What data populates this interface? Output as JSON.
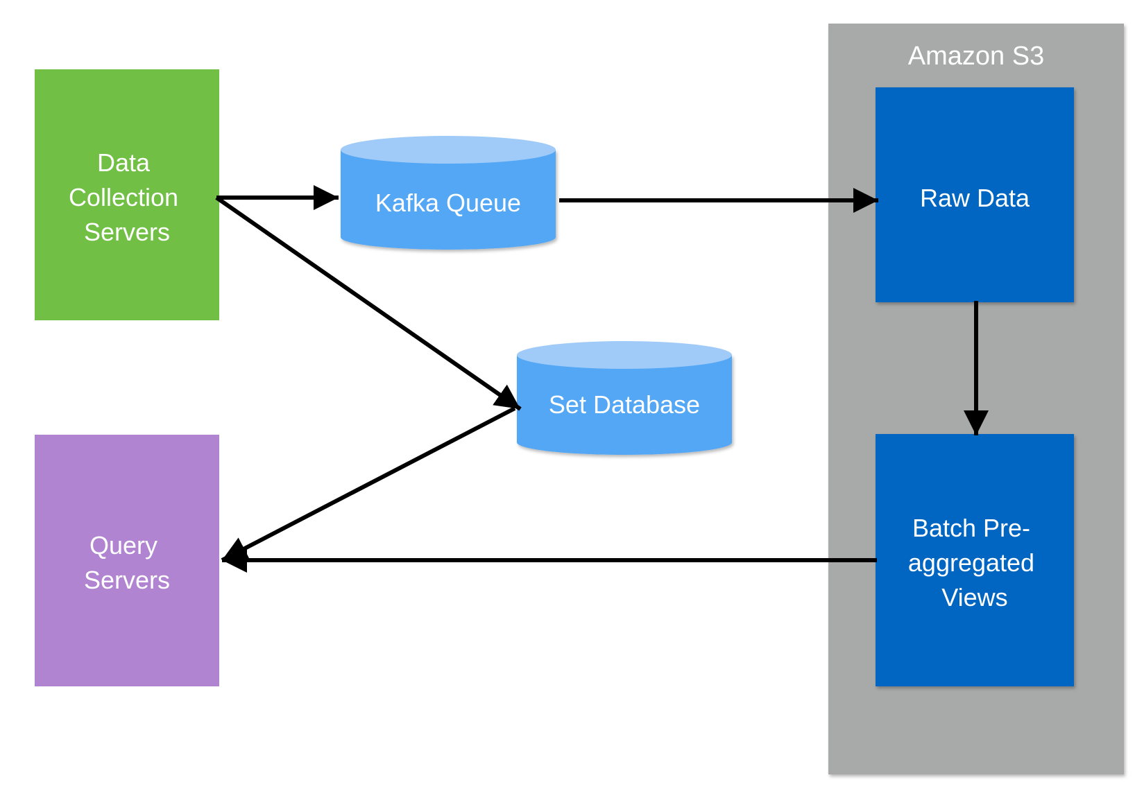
{
  "diagram": {
    "nodes": {
      "data_collection": {
        "label_lines": [
          "Data",
          "Collection",
          "Servers"
        ],
        "color": "#71bf44"
      },
      "query_servers": {
        "label_lines": [
          "Query",
          "Servers"
        ],
        "color": "#b084d0"
      },
      "kafka_queue": {
        "label_lines": [
          "Kafka Queue"
        ],
        "body_color": "#52a7f5",
        "top_color": "#a0cbf9"
      },
      "set_database": {
        "label_lines": [
          "Set Database"
        ],
        "body_color": "#52a7f5",
        "top_color": "#a0cbf9"
      },
      "amazon_s3": {
        "title": "Amazon S3",
        "color": "#a8a9a9"
      },
      "raw_data": {
        "label_lines": [
          "Raw Data"
        ],
        "color": "#0466c1"
      },
      "batch_views": {
        "label_lines": [
          "Batch Pre-",
          "aggregated",
          "Views"
        ],
        "color": "#0466c1"
      }
    },
    "edges": [
      {
        "from": "data_collection",
        "to": "kafka_queue"
      },
      {
        "from": "data_collection",
        "to": "set_database"
      },
      {
        "from": "kafka_queue",
        "to": "raw_data"
      },
      {
        "from": "raw_data",
        "to": "batch_views"
      },
      {
        "from": "batch_views",
        "to": "query_servers"
      },
      {
        "from": "set_database",
        "to": "query_servers"
      }
    ]
  }
}
